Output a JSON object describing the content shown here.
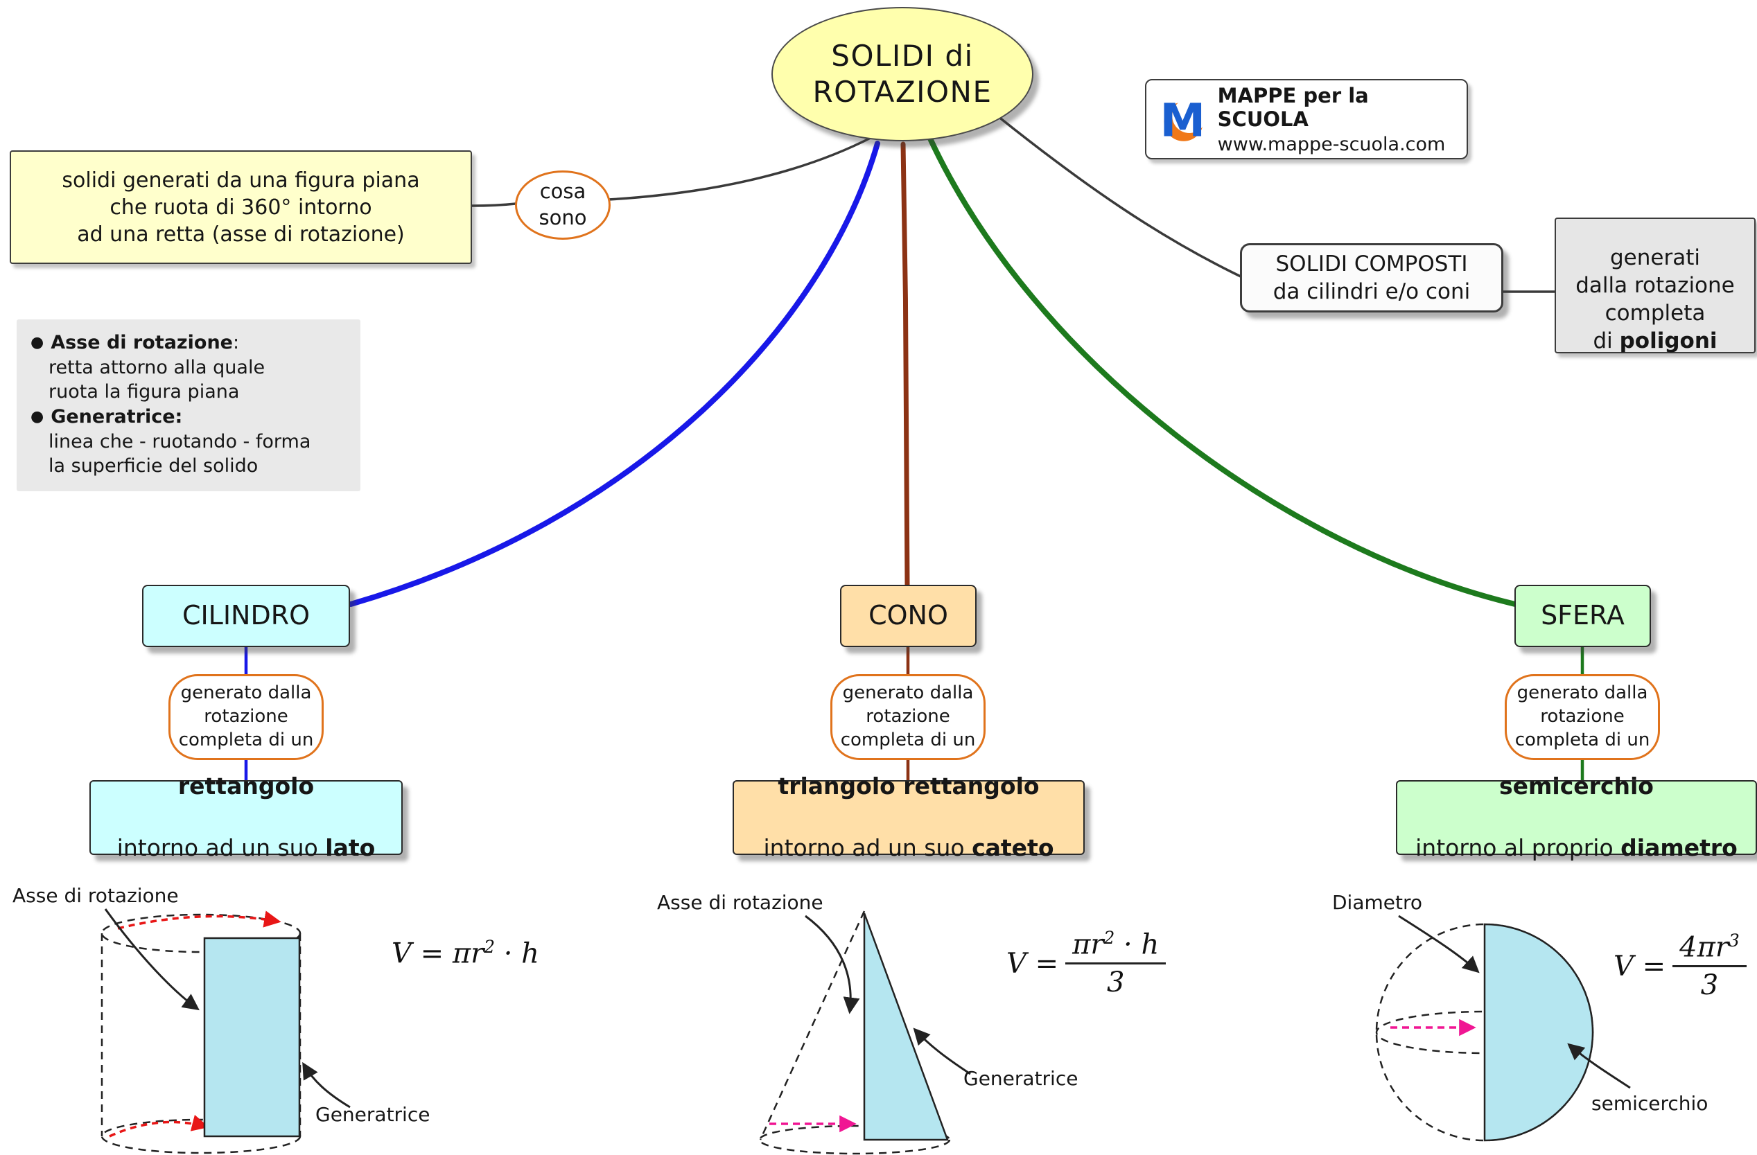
{
  "root": {
    "label": "SOLIDI di\nROTAZIONE"
  },
  "logo": {
    "monogram": "M",
    "name": "MAPPE per la SCUOLA",
    "url": "www.mappe-scuola.com"
  },
  "definition": "solidi generati da una figura piana\nche ruota di 360° intorno\nad una retta (asse di rotazione)",
  "cosa_sono": "cosa\nsono",
  "solidi_composti": "SOLIDI COMPOSTI\nda cilindri e/o coni",
  "poligoni": {
    "lines": "generati\ndalla rotazione\ncompleta\ndi ",
    "bold": "poligoni"
  },
  "glossary": {
    "items": [
      {
        "title": "Asse di rotazione",
        "title_suffix": ":",
        "text": "retta attorno alla quale\nruota la figura piana"
      },
      {
        "title": "Generatrice:",
        "title_suffix": "",
        "text": "linea che - ruotando - forma\nla superficie del solido"
      }
    ]
  },
  "branches": [
    {
      "name": "CILINDRO",
      "generated_by": "generato dalla\nrotazione\ncompleta di un",
      "shape_bold": "rettangolo",
      "around_pre": "intorno ad un suo ",
      "around_bold": "lato"
    },
    {
      "name": "CONO",
      "generated_by": "generato dalla\nrotazione\ncompleta di un",
      "shape_bold": "triangolo rettangolo",
      "around_pre": "intorno ad un suo ",
      "around_bold": "cateto"
    },
    {
      "name": "SFERA",
      "generated_by": "generato dalla\nrotazione\ncompleta di un",
      "shape_bold": "semicerchio",
      "around_pre": "intorno al proprio ",
      "around_bold": "diametro"
    }
  ],
  "diagrams": {
    "cylinder": {
      "axis_label": "Asse di rotazione",
      "generatrix_label": "Generatrice",
      "formula": {
        "pre": "V = πr",
        "sup": "2",
        "post": " · h"
      }
    },
    "cone": {
      "axis_label": "Asse di rotazione",
      "generatrix_label": "Generatrice",
      "formula": {
        "pre": "V =",
        "num_pre": "πr",
        "num_sup": "2",
        "num_post": " · h",
        "den": "3"
      }
    },
    "sphere": {
      "axis_label": "Diametro",
      "part_label": "semicerchio",
      "formula": {
        "pre": "V =",
        "num_pre": "4πr",
        "num_sup": "3",
        "num_post": "",
        "den": "3"
      }
    }
  },
  "colors": {
    "root_fill": "#ffffad",
    "definition_fill": "#ffffcc",
    "gray_fill": "#e9e9e9",
    "cylinder_fill": "#ccffff",
    "cone_fill": "#ffdfa8",
    "sphere_fill": "#ccffcc",
    "orange_border": "#e0731c",
    "blue_branch": "#1818e8",
    "brown_branch": "#8c3214",
    "green_branch": "#1d7a1d",
    "wire_gray": "#3a3a3a",
    "shape_fill": "#b5e6f0",
    "rotation_red": "#e81616",
    "rotation_magenta": "#f01693",
    "logo_blue": "#1a5fd0",
    "logo_orange": "#f07818"
  }
}
